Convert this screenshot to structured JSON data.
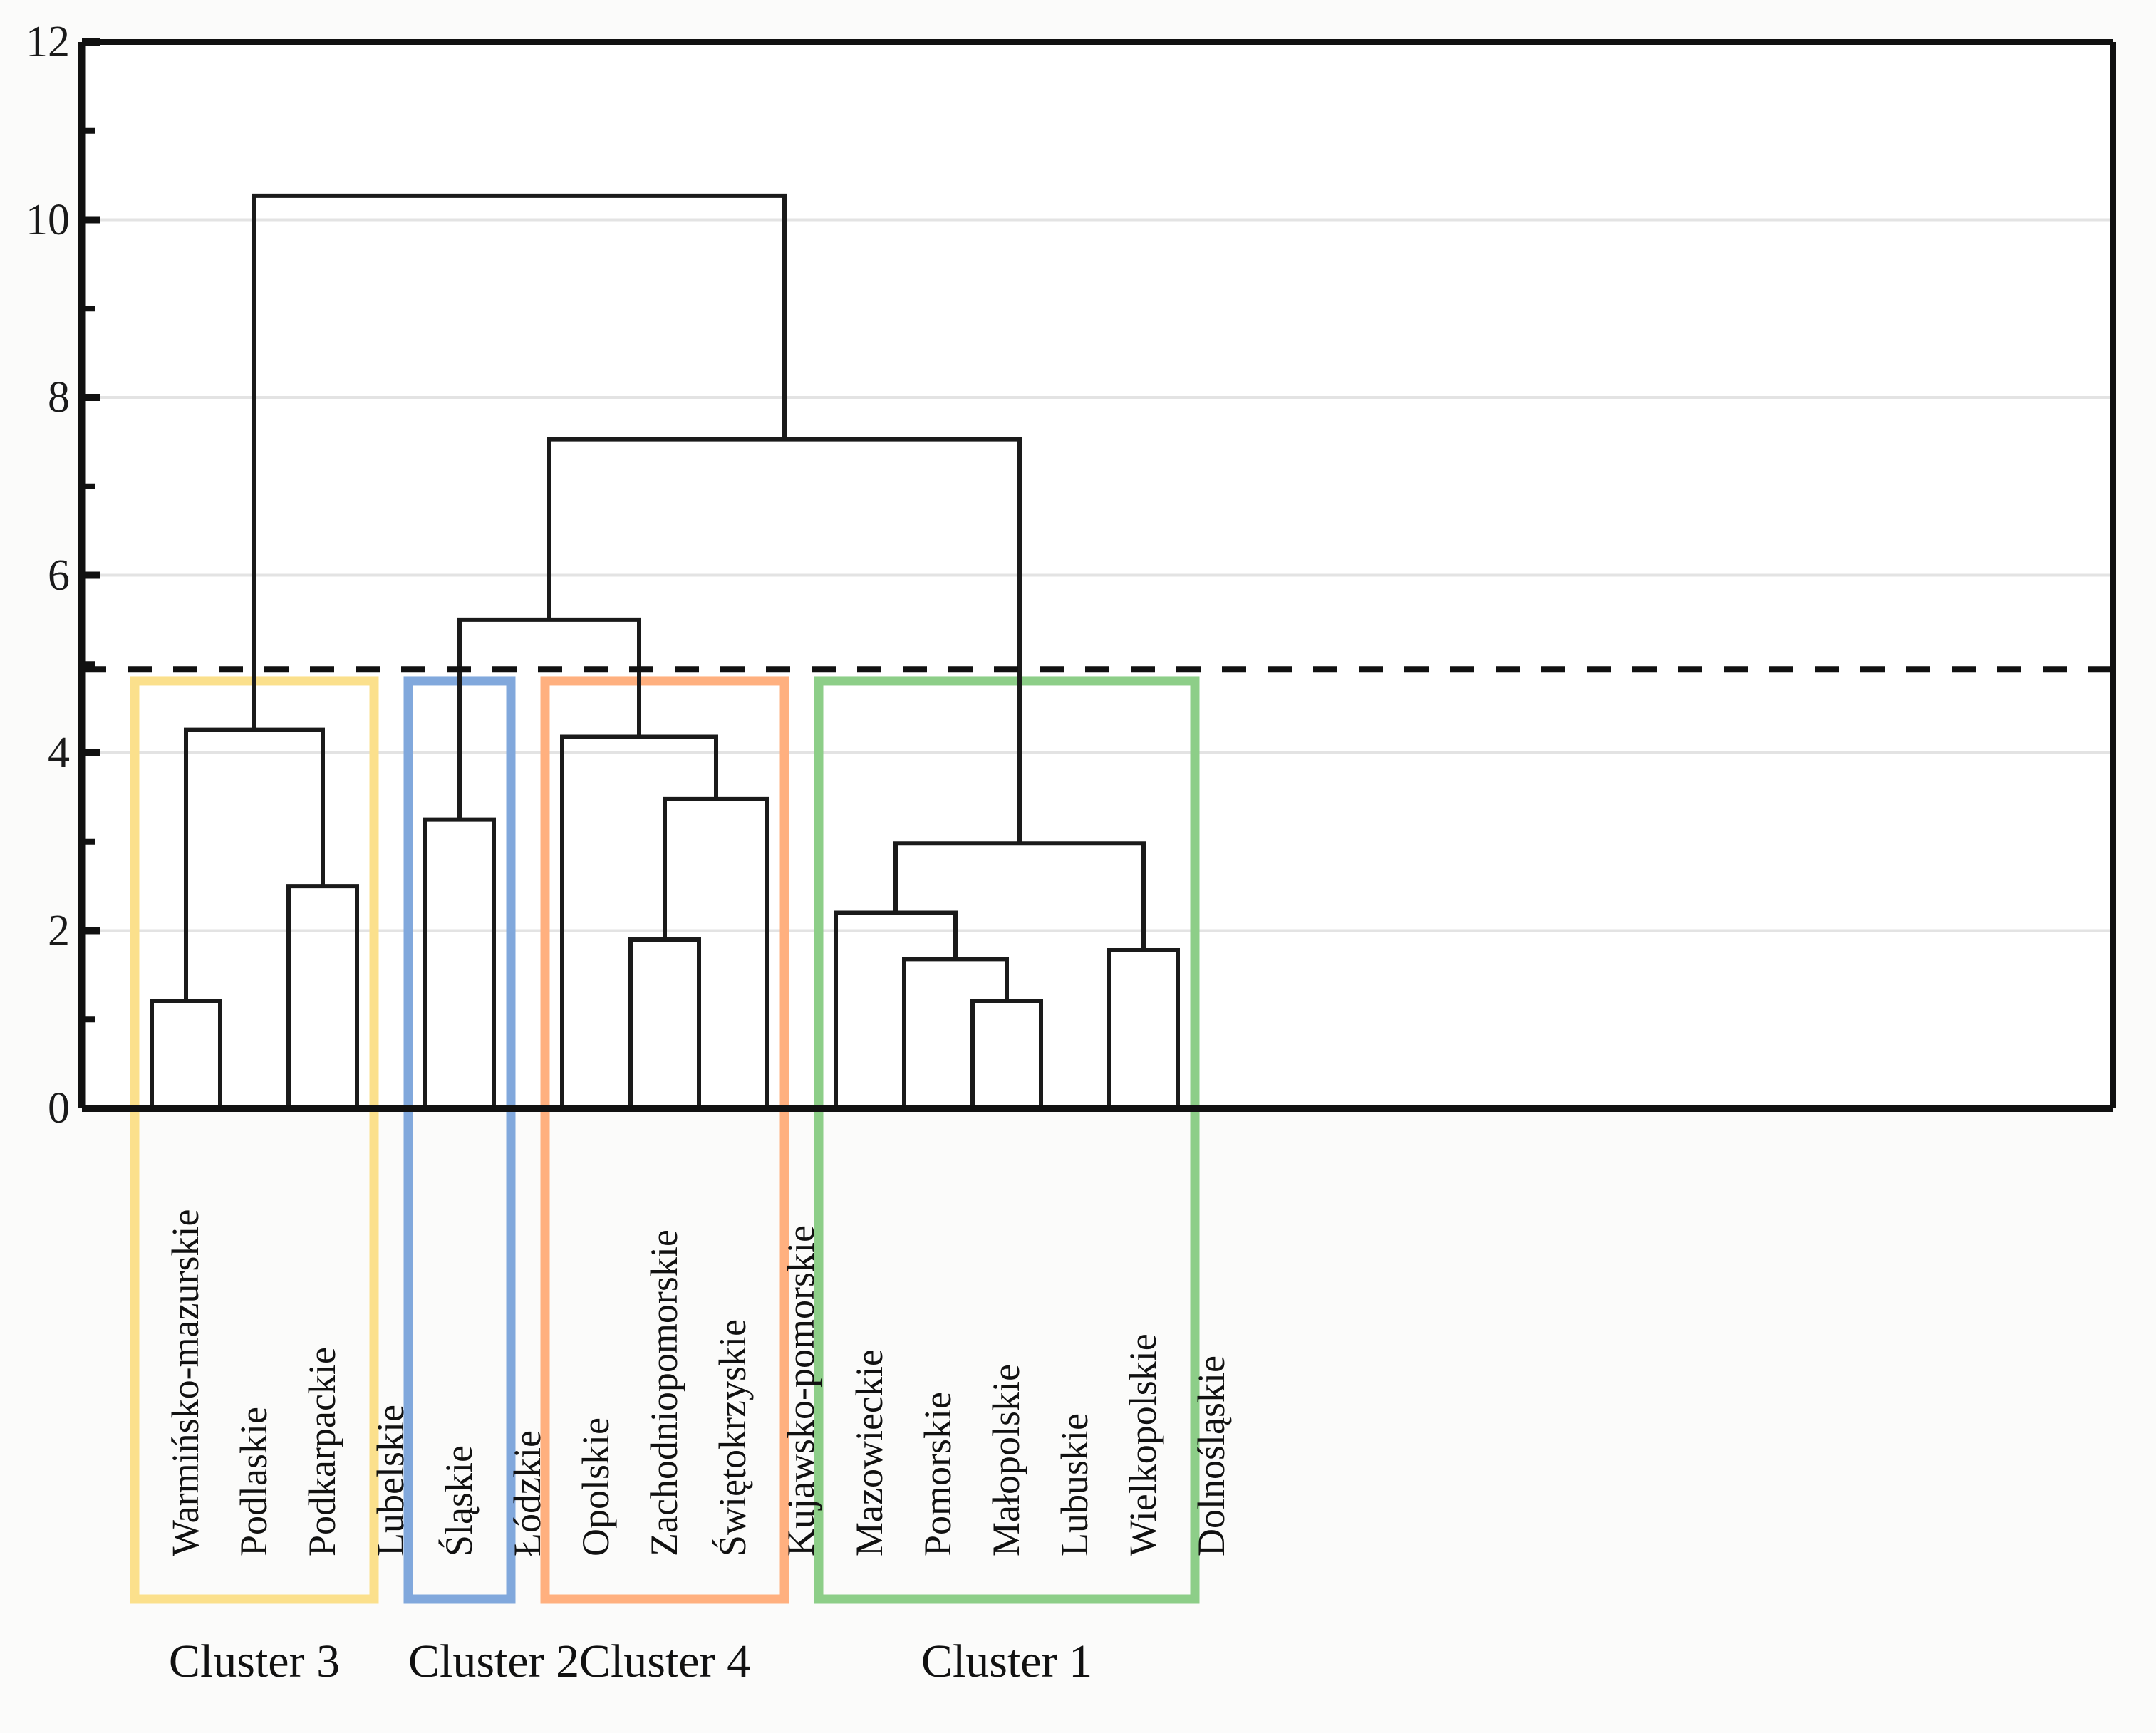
{
  "chart_data": {
    "type": "dendrogram",
    "title": "",
    "xlabel": "",
    "ylabel": "",
    "ylim": [
      0,
      12
    ],
    "yticks": [
      0,
      2,
      4,
      6,
      8,
      10,
      12
    ],
    "ytick_labels": [
      "0",
      "2",
      "4",
      "6",
      "8",
      "10",
      "12"
    ],
    "minor_yticks": [
      1,
      3,
      5,
      7,
      9,
      11
    ],
    "grid": "horizontal-major",
    "cut_line": {
      "value": 4.94,
      "style": "dashed",
      "color": "#111111"
    },
    "leaves": [
      "Warmińsko-mazurskie",
      "Podlaskie",
      "Podkarpackie",
      "Lubelskie",
      "Śląskie",
      "Łódzkie",
      "Opolskie",
      "Zachodniopomorskie",
      "Świętokrzyskie",
      "Kujawsko-pomorskie",
      "Mazowieckie",
      "Pomorskie",
      "Małopolskie",
      "Lubuskie",
      "Wielkopolskie",
      "Dolnośląskie"
    ],
    "merges": [
      {
        "id": "m1",
        "left": {
          "leaf": 0
        },
        "right": {
          "leaf": 1
        },
        "height": 1.21
      },
      {
        "id": "m2",
        "left": {
          "leaf": 2
        },
        "right": {
          "leaf": 3
        },
        "height": 2.5
      },
      {
        "id": "m3",
        "left": {
          "node": "m1"
        },
        "right": {
          "node": "m2"
        },
        "height": 4.26
      },
      {
        "id": "m4",
        "left": {
          "leaf": 4
        },
        "right": {
          "leaf": 5
        },
        "height": 3.25
      },
      {
        "id": "m5",
        "left": {
          "leaf": 7
        },
        "right": {
          "leaf": 8
        },
        "height": 1.9
      },
      {
        "id": "m6",
        "left": {
          "node": "m5"
        },
        "right": {
          "leaf": 9
        },
        "height": 3.48
      },
      {
        "id": "m7",
        "left": {
          "leaf": 6
        },
        "right": {
          "node": "m6"
        },
        "height": 4.18
      },
      {
        "id": "m8",
        "left": {
          "leaf": 12
        },
        "right": {
          "leaf": 13
        },
        "height": 1.21
      },
      {
        "id": "m9",
        "left": {
          "leaf": 11
        },
        "right": {
          "node": "m8"
        },
        "height": 1.68
      },
      {
        "id": "m10",
        "left": {
          "leaf": 10
        },
        "right": {
          "node": "m9"
        },
        "height": 2.2
      },
      {
        "id": "m11",
        "left": {
          "leaf": 14
        },
        "right": {
          "leaf": 15
        },
        "height": 1.78
      },
      {
        "id": "m12",
        "left": {
          "node": "m10"
        },
        "right": {
          "node": "m11"
        },
        "height": 2.98
      },
      {
        "id": "m13",
        "left": {
          "node": "m4"
        },
        "right": {
          "node": "m7"
        },
        "height": 5.5
      },
      {
        "id": "m14",
        "left": {
          "node": "m13"
        },
        "right": {
          "node": "m12"
        },
        "height": 7.53
      },
      {
        "id": "m15",
        "left": {
          "node": "m3"
        },
        "right": {
          "node": "m14"
        },
        "height": 10.27
      }
    ],
    "clusters": [
      {
        "caption": "Cluster 3",
        "color": "#FBE08C",
        "leaf_from": 0,
        "leaf_to": 3
      },
      {
        "caption": "Cluster 2",
        "color": "#81A8DC",
        "leaf_from": 4,
        "leaf_to": 5
      },
      {
        "caption": "Cluster 4",
        "color": "#FFB07F",
        "leaf_from": 6,
        "leaf_to": 9
      },
      {
        "caption": "Cluster 1",
        "color": "#8DCE88",
        "leaf_from": 10,
        "leaf_to": 15
      }
    ],
    "colors": {
      "line": "#1a1a1a",
      "grid": "#e3e3e3",
      "axis": "#111111",
      "background": "#fbfbfa",
      "plot_background": "#ffffff"
    }
  }
}
